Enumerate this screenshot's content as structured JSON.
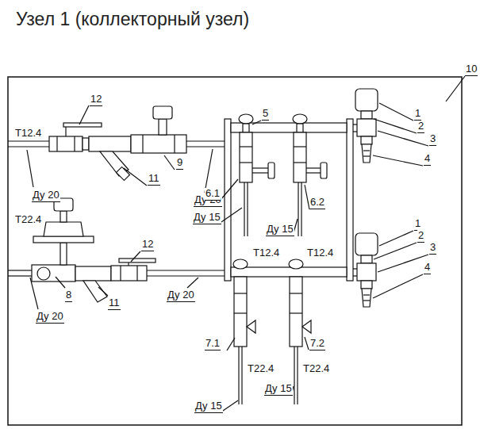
{
  "diagram": {
    "title": "Узел 1 (коллекторный узел)",
    "labels": [
      "12",
      "T12.4",
      "Ду 20",
      "9",
      "11",
      "Ду 20",
      "5",
      "1",
      "2",
      "3",
      "4",
      "10",
      "T22.4",
      "12",
      "8",
      "11",
      "Ду 20",
      "Ду 20",
      "6.1",
      "6.2",
      "Ду 15",
      "Ду 15",
      "T12.4",
      "T12.4",
      "1",
      "2",
      "3",
      "4",
      "7.1",
      "7.2",
      "T22.4",
      "T22.4",
      "Ду 15",
      "Ду 15"
    ]
  }
}
